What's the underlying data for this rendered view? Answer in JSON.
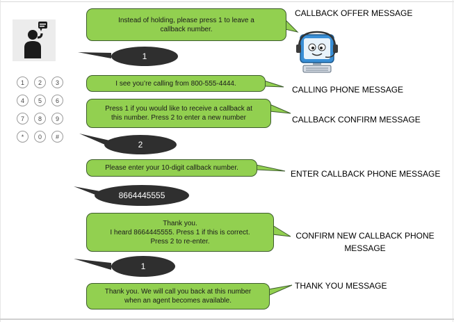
{
  "bubbles": {
    "callback_offer": "Instead of holding, please press 1 to leave a\ncallback number.",
    "calling_phone": "I see you’re calling from 800-555-4444.",
    "callback_confirm": "Press 1 if you would like to receive a callback at\nthis number.  Press 2 to enter a new number",
    "enter_phone": "Please enter your 10-digit callback number.",
    "confirm_new": "Thank you.\nI heard 8664445555.  Press 1 if this is correct.\nPress 2 to re-enter.",
    "thank_you": "Thank you. We will call you back at this number\nwhen an agent becomes available."
  },
  "responses": {
    "r1": "1",
    "r2": "2",
    "r3": "8664445555",
    "r4": "1"
  },
  "labels": {
    "callback_offer": "CALLBACK OFFER MESSAGE",
    "calling_phone": "CALLING PHONE MESSAGE",
    "callback_confirm": "CALLBACK CONFIRM MESSAGE",
    "enter_phone": "ENTER CALLBACK PHONE MESSAGE",
    "confirm_new": "CONFIRM NEW CALLBACK PHONE\nMESSAGE",
    "thank_you": "THANK YOU MESSAGE"
  },
  "keypad": {
    "keys": [
      "1",
      "2",
      "3",
      "4",
      "5",
      "6",
      "7",
      "8",
      "9",
      "*",
      "0",
      "#"
    ]
  },
  "colors": {
    "bubble_fill": "#92d050",
    "response_fill": "#2f2f2f"
  },
  "icons": {
    "caller": "person-on-phone-icon",
    "agent": "robot-computer-icon"
  }
}
